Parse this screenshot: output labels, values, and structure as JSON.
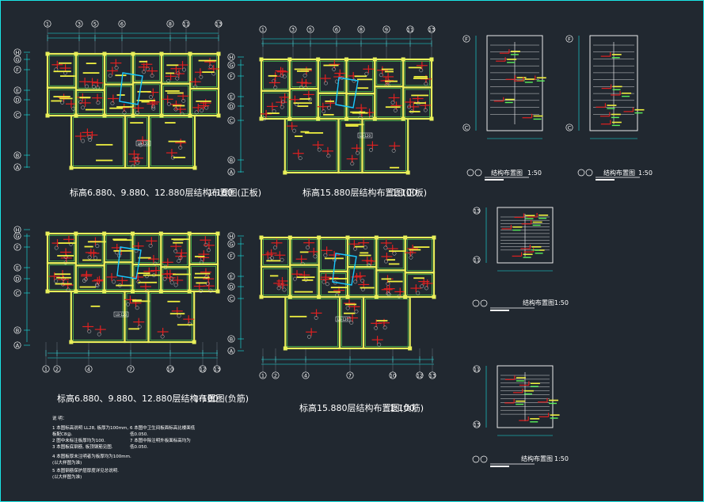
{
  "drawing_titles": {
    "plan_1": "标高6.880、9.880、12.880层结构布置图(正板)",
    "plan_2": "标高15.880层结构布置图(正板)",
    "plan_3": "标高6.880、9.880、12.880层结构布置图(负筋)",
    "plan_4": "标高15.880层结构布置图(负筋)",
    "scale": "1:100"
  },
  "stair_titles": {
    "stair_1": "结构布置图",
    "stair_2": "结构布置图",
    "stair_3": "结构布置图",
    "stair_4": "结构布置图",
    "stair_small_scale": "1:50"
  },
  "notes": {
    "heading": "说 明：",
    "left": [
      "1 本图标高说明 LL28, 板厚为100mm,",
      "  板配C8@.",
      "2 图中未标注板厚均为100.",
      "3 本图板底钢筋, 板顶钢筋见图.",
      "4 本图板厚未注明者为板厚均为100mm.",
      "  (以大样图为准)",
      "5 本图钢筋保护层厚度详见总说明.",
      "  (以大样图为准)"
    ],
    "right": [
      "6 本图中卫生间板面标高比楼面低",
      "  低0.050.",
      "7 本图中除注明外板面标高均为",
      "  低0.050."
    ]
  },
  "grid_labels": {
    "top_1": [
      "1",
      "3",
      "5",
      "6",
      "8",
      "11",
      "13"
    ],
    "top_2": [
      "1",
      "3",
      "5",
      "6",
      "8",
      "9",
      "11",
      "13"
    ],
    "bottom_3": [
      "1",
      "2",
      "4",
      "7",
      "10",
      "12",
      "13"
    ],
    "bottom_4": [
      "1",
      "2",
      "4",
      "7",
      "10",
      "12",
      "13"
    ],
    "side": [
      "H",
      "G",
      "F",
      "E",
      "D",
      "C",
      "B",
      "A"
    ]
  },
  "room_tag": "LB-120",
  "colors": {
    "background": "#212830",
    "frame": "#19e6e6",
    "walls": "#e8f05a",
    "beam": "#5af05a",
    "rebar": "#e02020",
    "annotation": "#f0f040",
    "dimension": "#19e6e6",
    "text": "#ffffff"
  }
}
